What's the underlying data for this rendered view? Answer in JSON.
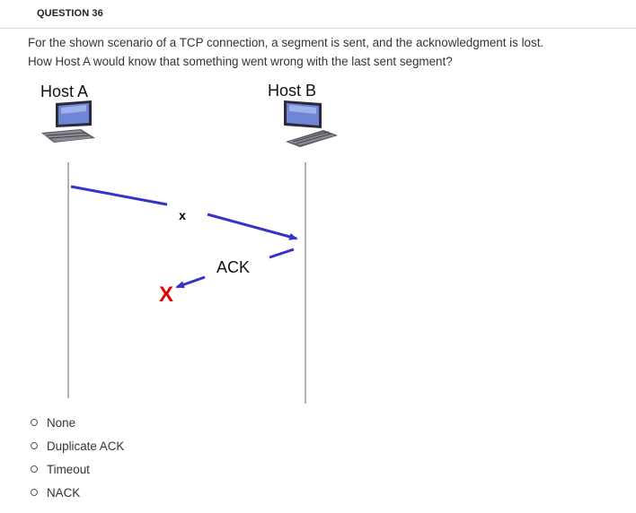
{
  "question": {
    "number_label": "QUESTION 36",
    "text_line1": "For the shown scenario of a TCP connection, a segment is sent, and the acknowledgment is lost.",
    "text_line2": "How Host A would know that something went wrong with the last sent segment?"
  },
  "diagram": {
    "host_a_label": "Host A",
    "host_b_label": "Host B",
    "segment_marker": "x",
    "ack_label": "ACK",
    "lost_marker": "X",
    "arrow_color": "#3333cc",
    "lost_marker_color": "#e00000"
  },
  "options": [
    {
      "label": "None"
    },
    {
      "label": "Duplicate ACK"
    },
    {
      "label": "Timeout"
    },
    {
      "label": "NACK"
    }
  ]
}
